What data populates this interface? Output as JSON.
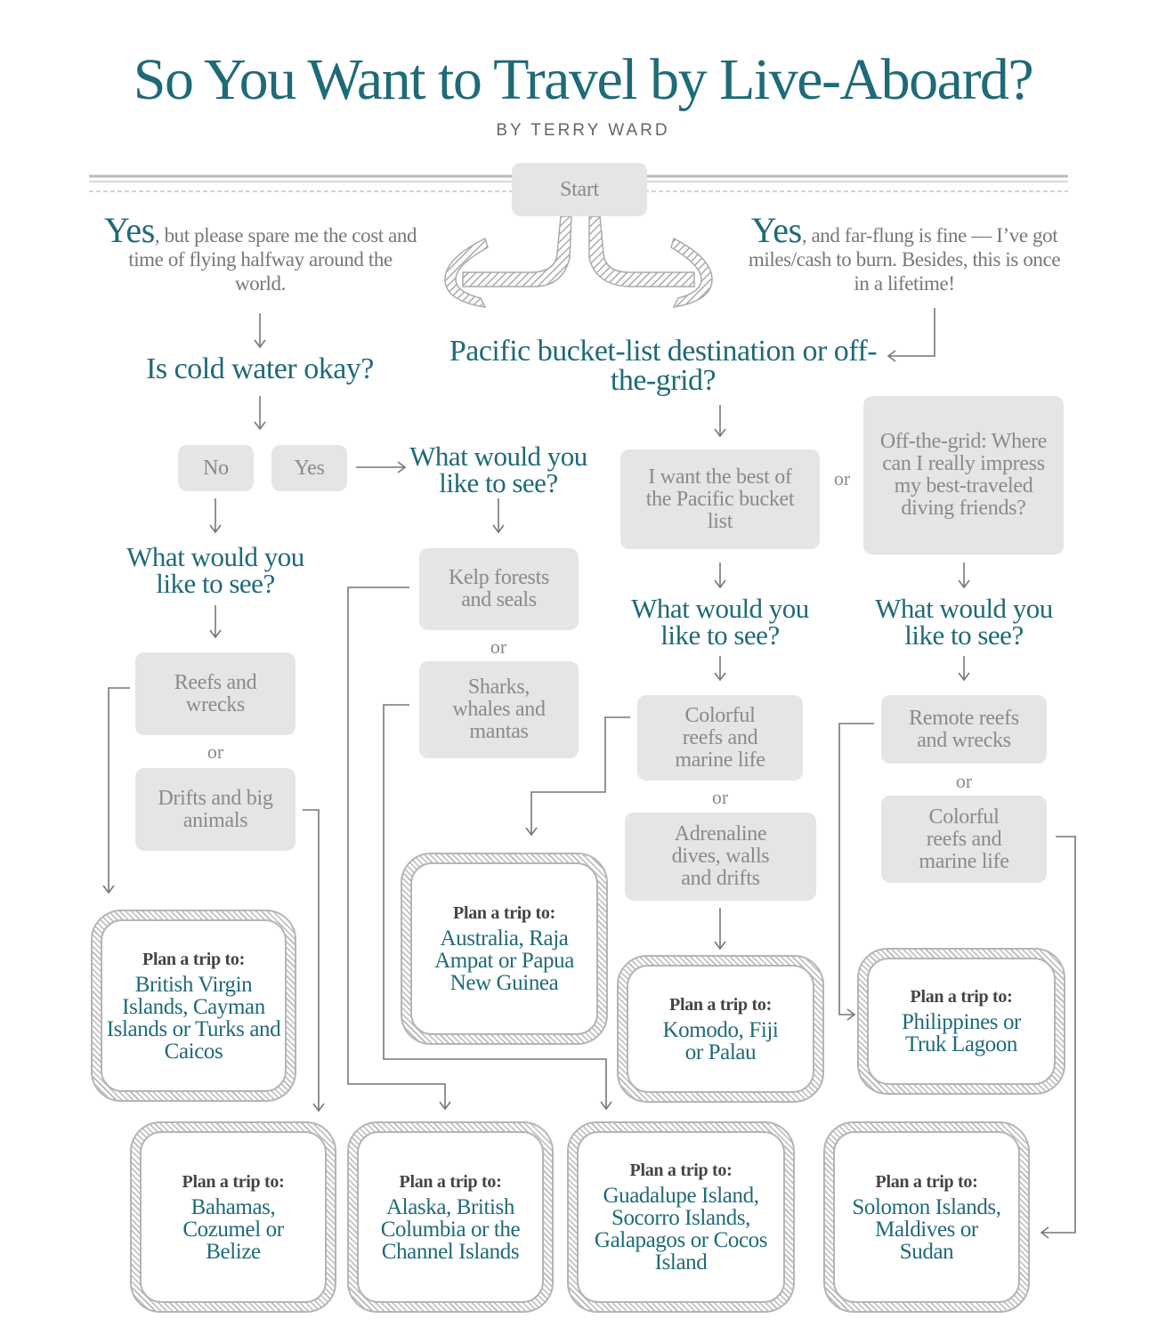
{
  "header": {
    "title": "So You Want to Travel by Live-Aboard?",
    "byline": "BY TERRY WARD"
  },
  "start": "Start",
  "left_branch": {
    "yes": "Yes",
    "text": ", but please spare me the cost and time of flying halfway around the world."
  },
  "right_branch": {
    "yes": "Yes",
    "text": ", and far-flung is fine — I’ve got miles/cash to burn. Besides, this is once in a lifetime!"
  },
  "cold_water": {
    "question": "Is cold water okay?",
    "no": "No",
    "yes": "Yes"
  },
  "pacific": {
    "question": "Pacific bucket-list destination or off-the-grid?",
    "best": "I want the best of the Pacific bucket list",
    "or": "or",
    "offgrid": "Off-the-grid: Where can I really impress my best-traveled diving friends?"
  },
  "see_question": "What would you like to see?",
  "warm": {
    "reefs": "Reefs and wrecks",
    "or": "or",
    "drifts": "Drifts and big animals"
  },
  "cold": {
    "kelp": "Kelp forests and seals",
    "or": "or",
    "sharks": "Sharks, whales and mantas"
  },
  "bucket": {
    "colorful": "Colorful reefs and marine life",
    "or": "or",
    "adrenaline": "Adrenaline dives, walls and drifts"
  },
  "offgrid": {
    "remote": "Remote reefs and wrecks",
    "or": "or",
    "colorful": "Colorful reefs and marine life"
  },
  "plan_label": "Plan a trip to:",
  "destinations": {
    "bvi": "British Virgin Islands, Cayman Islands or Turks and Caicos",
    "australia": "Australia, Raja Ampat or Papua New Guinea",
    "komodo": "Komodo, Fiji or Palau",
    "philippines": "Philippines or Truk Lagoon",
    "bahamas": "Bahamas, Cozumel or Belize",
    "alaska": "Alaska, British Columbia or the Channel Islands",
    "guadalupe": "Guadalupe Island, Socorro Islands, Galapagos or Cocos Island",
    "solomon": "Solomon Islands, Maldives or Sudan"
  },
  "colors": {
    "teal": "#1f6a78",
    "box": "#e5e5e5",
    "text_gray": "#8a8a8a"
  }
}
